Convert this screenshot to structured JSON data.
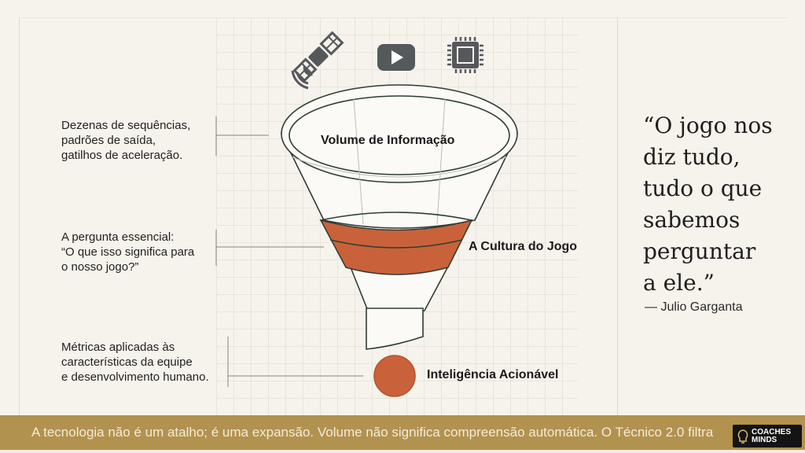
{
  "notes": [
    "Dezenas de sequências,\npadrões de saída,\ngatilhos de aceleração.",
    "A pergunta essencial:\n“O que isso significa para\no nosso jogo?”",
    "Métricas aplicadas às\ncaracterísticas da equipe\ne desenvolvimento humano."
  ],
  "funnel": {
    "top_label": "Volume de Informação",
    "middle_label": "A Cultura do Jogo",
    "output_label": "Inteligência Acionável",
    "icons": [
      "satellite-icon",
      "video-play-icon",
      "chip-icon"
    ]
  },
  "quote": {
    "text": "“O jogo nos\ndiz tudo,\ntudo o que\nsabemos\nperguntar\na ele.”",
    "author": "— Julio Garganta"
  },
  "footer": {
    "text": "A tecnologia não é um atalho; é uma expansão. Volume não significa compreensão automática. O Técnico 2.0 filtra",
    "logo": "COACHES\nMINDS"
  },
  "colors": {
    "accent": "#c9623a",
    "band": "#b1924f",
    "stroke": "#2f3d35",
    "icon": "#55595c"
  }
}
